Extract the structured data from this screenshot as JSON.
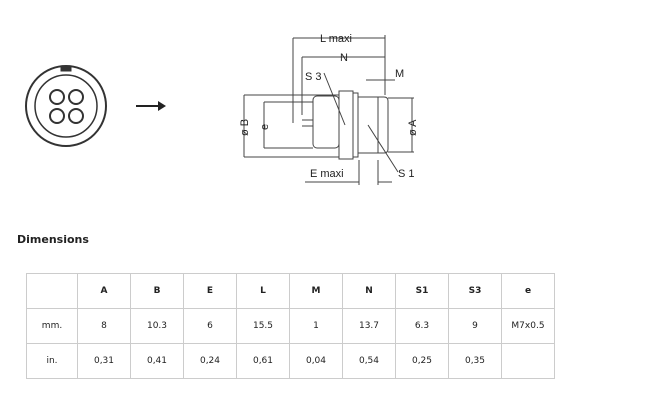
{
  "diagram": {
    "labels": {
      "L": "L maxi",
      "N": "N",
      "S3": "S 3",
      "M": "M",
      "B": "ø B",
      "e": "e",
      "A": "ø A",
      "E": "E  maxi",
      "S1": "S 1"
    }
  },
  "section_title": "Dimensions",
  "table": {
    "headers": [
      "",
      "A",
      "B",
      "E",
      "L",
      "M",
      "N",
      "S1",
      "S3",
      "e"
    ],
    "rows": [
      [
        "mm.",
        "8",
        "10.3",
        "6",
        "15.5",
        "1",
        "13.7",
        "6.3",
        "9",
        "M7x0.5"
      ],
      [
        "in.",
        "0,31",
        "0,41",
        "0,24",
        "0,61",
        "0,04",
        "0,54",
        "0,25",
        "0,35",
        ""
      ]
    ]
  }
}
